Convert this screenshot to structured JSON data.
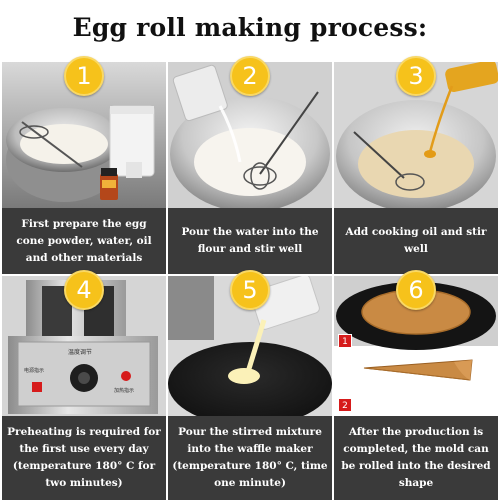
{
  "title": "Egg roll making process:",
  "steps": [
    {
      "number": "1",
      "caption": "First prepare the egg cone powder, water, oil and other materials"
    },
    {
      "number": "2",
      "caption": "Pour the water into the flour and stir well"
    },
    {
      "number": "3",
      "caption": "Add cooking oil and stir well"
    },
    {
      "number": "4",
      "caption": "Preheating is required for the first use every day (temperature 180° C for two minutes)"
    },
    {
      "number": "5",
      "caption": "Pour the stirred mixture into the waffle maker (temperature 180° C, time one minute)"
    },
    {
      "number": "6",
      "caption": "After the production is completed, the mold can be rolled into the desired shape"
    }
  ],
  "sub_badges": [
    "1",
    "2"
  ],
  "machine_labels": {
    "panel_top": "温度调节",
    "panel_left": "电源指示",
    "panel_right": "加热指示"
  },
  "colors": {
    "badge": "#f6c21b",
    "caption_bg": "#3a3a3a",
    "sub_badge": "#d61b1b"
  }
}
